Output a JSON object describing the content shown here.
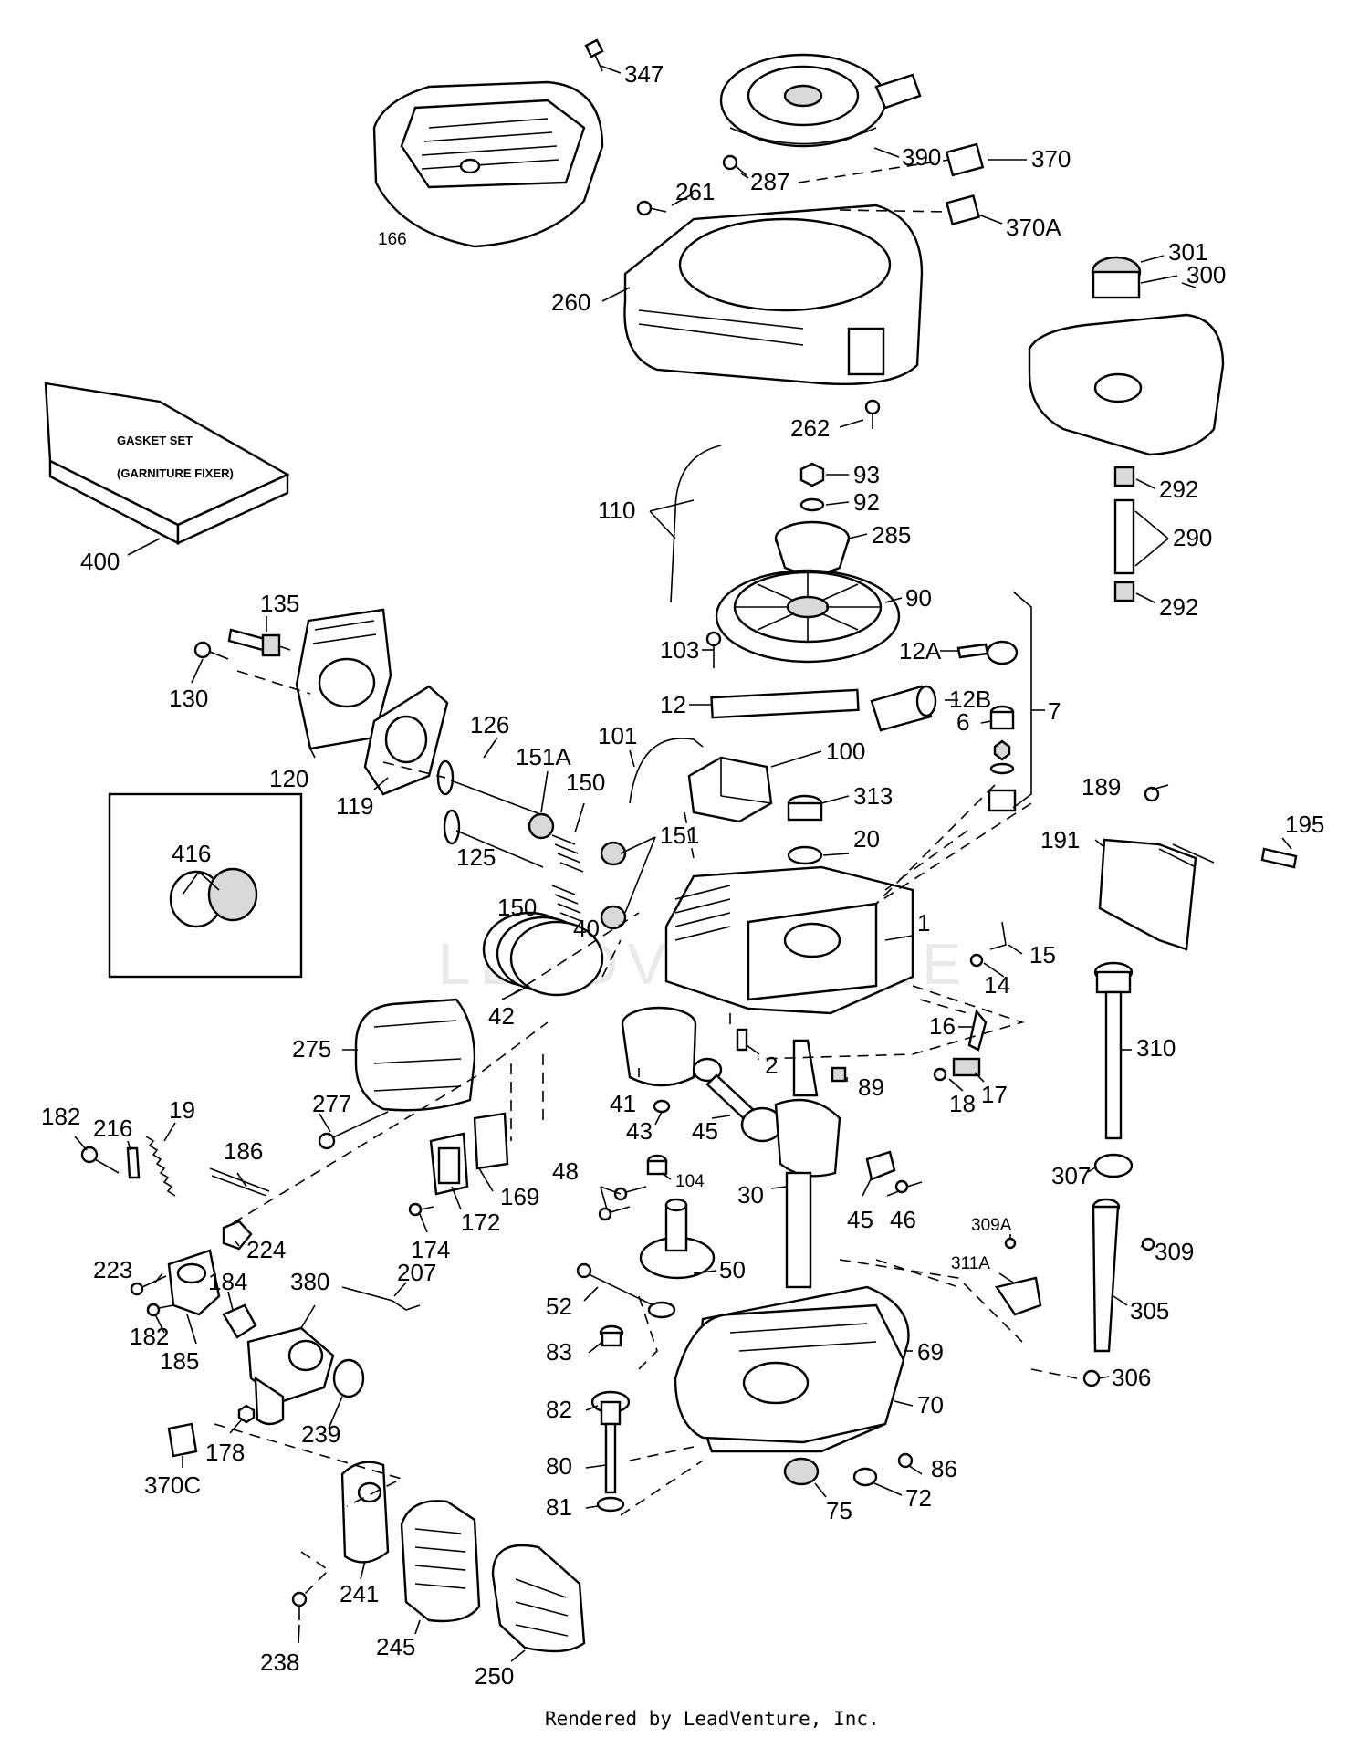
{
  "diagram": {
    "watermark": "LEADVENTURE",
    "footer": "Rendered by LeadVenture, Inc.",
    "gasket_set": {
      "line1": "GASKET SET",
      "line2": "(GARNITURE FIXER)"
    },
    "part_labels": [
      "347",
      "166",
      "390",
      "287",
      "370",
      "261",
      "370A",
      "260",
      "262",
      "301",
      "300",
      "400",
      "292",
      "290",
      "292",
      "110",
      "93",
      "92",
      "285",
      "90",
      "135",
      "103",
      "12A",
      "130",
      "12",
      "12B",
      "6",
      "7",
      "126",
      "151A",
      "101",
      "100",
      "120",
      "119",
      "150",
      "313",
      "189",
      "195",
      "191",
      "416",
      "125",
      "20",
      "151",
      "150",
      "40",
      "1",
      "15",
      "14",
      "42",
      "310",
      "275",
      "16",
      "2",
      "17",
      "18",
      "89",
      "41",
      "277",
      "43",
      "45",
      "182",
      "216",
      "19",
      "186",
      "48",
      "104",
      "30",
      "45",
      "46",
      "169",
      "172",
      "307",
      "309A",
      "224",
      "174",
      "223",
      "184",
      "380",
      "207",
      "311A",
      "309",
      "50",
      "52",
      "305",
      "182",
      "185",
      "83",
      "69",
      "70",
      "306",
      "82",
      "178",
      "239",
      "80",
      "86",
      "370C",
      "81",
      "75",
      "72",
      "241",
      "245",
      "238",
      "250"
    ]
  }
}
